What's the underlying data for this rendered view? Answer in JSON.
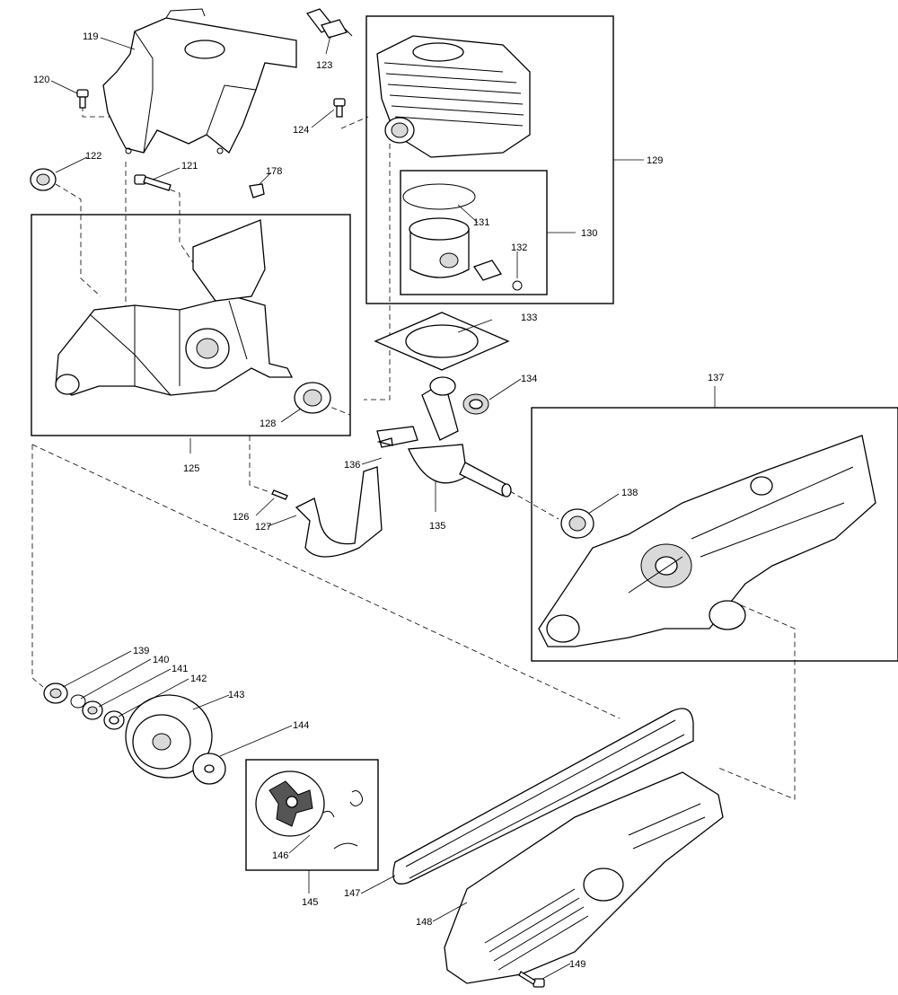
{
  "parts": {
    "p119": "119",
    "p120": "120",
    "p121": "121",
    "p122": "122",
    "p123": "123",
    "p124": "124",
    "p125": "125",
    "p126": "126",
    "p127": "127",
    "p128": "128",
    "p129": "129",
    "p130": "130",
    "p131": "131",
    "p132": "132",
    "p133": "133",
    "p134": "134",
    "p135": "135",
    "p136": "136",
    "p137": "137",
    "p138": "138",
    "p139": "139",
    "p140": "140",
    "p141": "141",
    "p142": "142",
    "p143": "143",
    "p144": "144",
    "p145": "145",
    "p146": "146",
    "p147": "147",
    "p148": "148",
    "p149": "149",
    "p178": "178"
  }
}
